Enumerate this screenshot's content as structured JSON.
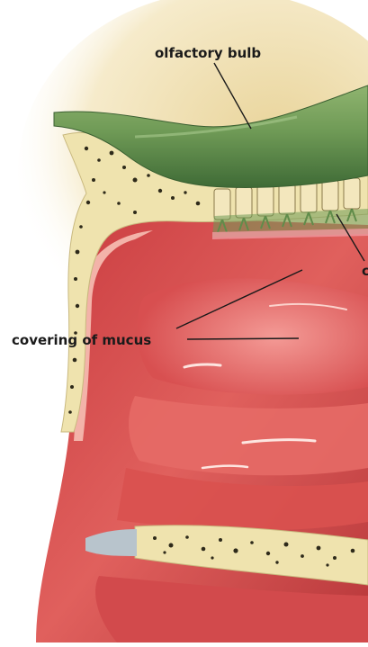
{
  "labels": {
    "olfactory_bulb": "olfactory bulb",
    "covering_of_mucus": "covering of mucus",
    "cut_off": "c"
  },
  "colors": {
    "background": "#ffffff",
    "halo": "#f1dfb0",
    "bulb": "#6f9a56",
    "bulb_dark": "#3f6b36",
    "bone": "#efe3ae",
    "bone_pore": "#2e2a1a",
    "tissue": "#d94d4d",
    "tissue_light": "#f08a86",
    "tissue_dark": "#a82c30",
    "leader": "#1a1a1a"
  }
}
